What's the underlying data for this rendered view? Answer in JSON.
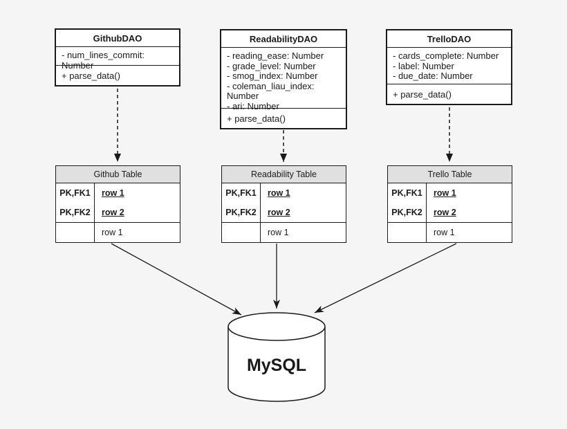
{
  "diagram": {
    "background_color": "#f5f5f5",
    "box_fill": "#ffffff",
    "table_header_fill": "#e0e0e0",
    "line_color": "#1a1a1a"
  },
  "dao_classes": [
    {
      "title": "GithubDAO",
      "attributes": [
        "- num_lines_commit: Number"
      ],
      "methods": [
        "+ parse_data()"
      ]
    },
    {
      "title": "ReadabilityDAO",
      "attributes": [
        "- reading_ease: Number",
        "- grade_level: Number",
        "- smog_index: Number",
        "- coleman_liau_index: Number",
        "- ari: Number"
      ],
      "methods": [
        "+ parse_data()"
      ]
    },
    {
      "title": "TrelloDAO",
      "attributes": [
        "- cards_complete: Number",
        "- label: Number",
        "- due_date: Number"
      ],
      "methods": [
        "+ parse_data()"
      ]
    }
  ],
  "tables": [
    {
      "title": "Github Table",
      "key_rows": [
        {
          "key": "PK,FK1",
          "value": "row 1"
        },
        {
          "key": "PK,FK2",
          "value": "row 2"
        }
      ],
      "data_rows": [
        "row 1"
      ]
    },
    {
      "title": "Readability Table",
      "key_rows": [
        {
          "key": "PK,FK1",
          "value": "row 1"
        },
        {
          "key": "PK,FK2",
          "value": "row 2"
        }
      ],
      "data_rows": [
        "row 1"
      ]
    },
    {
      "title": "Trello Table",
      "key_rows": [
        {
          "key": "PK,FK1",
          "value": "row 1"
        },
        {
          "key": "PK,FK2",
          "value": "row 2"
        }
      ],
      "data_rows": [
        "row 1"
      ]
    }
  ],
  "database": {
    "label": "MySQL"
  }
}
